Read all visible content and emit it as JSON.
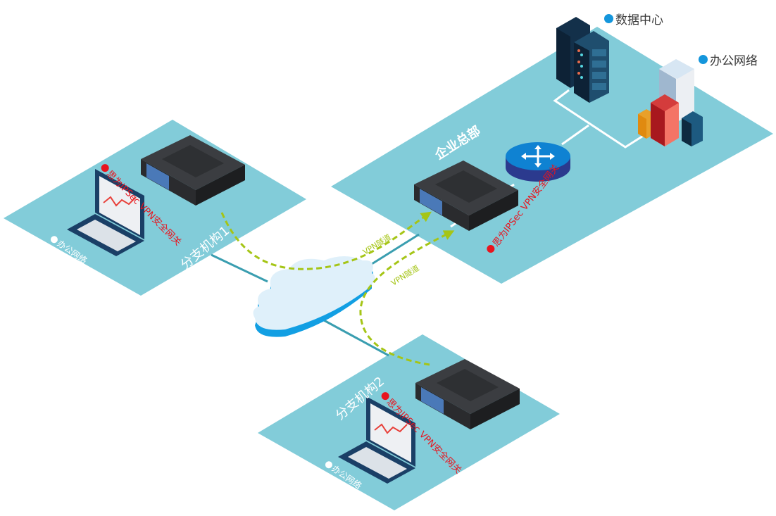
{
  "diagram": {
    "type": "network-topology",
    "colors": {
      "platform": "#82ccd9",
      "tunnel": "#a5c516",
      "link": "#3a9eb0",
      "gateway_label": "#e8141e",
      "legend_dot": "#1496dc",
      "cloud_top": "#dff0fa",
      "cloud_side": "#129fe3",
      "switch_top": "#0f82d2",
      "switch_side": "#2b3a8e"
    },
    "headquarters": {
      "title": "企业总部",
      "gateway_label": "思为IPSec VPN安全网关",
      "legend_datacenter": "数据中心",
      "legend_office": "办公网络",
      "switch_icon": "switch-arrows-icon"
    },
    "branch1": {
      "title": "分支机构1",
      "gateway_label": "思为IPSec VPN安全网关",
      "office_label": "办公网络"
    },
    "branch2": {
      "title": "分支机构2",
      "gateway_label": "思为IPSec VPN安全网关",
      "office_label": "办公网络"
    },
    "tunnels": [
      {
        "label": "VPN隧道",
        "from": "分支机构1",
        "to": "企业总部"
      },
      {
        "label": "VPN隧道",
        "from": "分支机构2",
        "to": "企业总部"
      }
    ],
    "internet": {
      "icon": "cloud-icon"
    }
  }
}
